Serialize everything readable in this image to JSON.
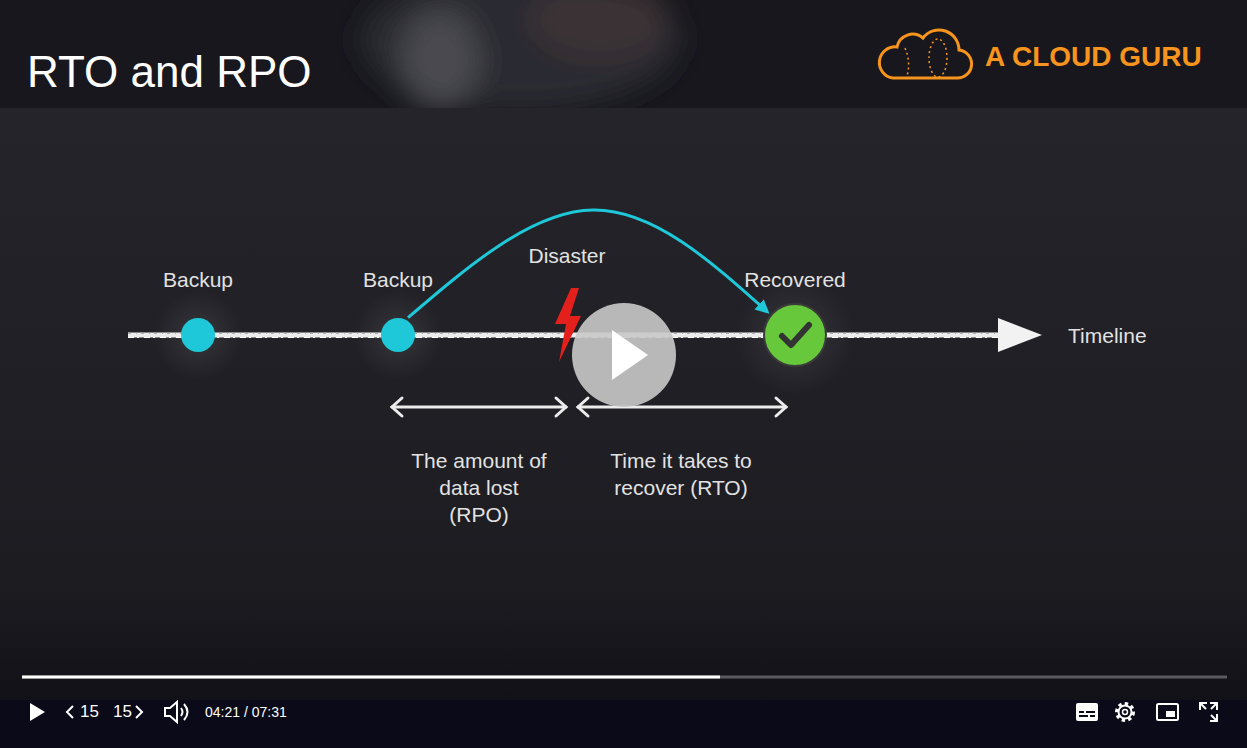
{
  "diagram": {
    "title": "RTO and RPO",
    "nodes": [
      {
        "text": [
          "Backup"
        ]
      },
      {
        "text": [
          "Backup"
        ]
      },
      {
        "text": [
          "Disaster"
        ]
      },
      {
        "text": [
          "Recovered"
        ]
      }
    ],
    "edges": [
      {
        "from": 1,
        "to": 3,
        "arrow": "to"
      }
    ],
    "labels": [
      "A CLOUD GURU",
      "Timeline",
      "The amount of data lost (RPO)",
      "Time it takes to recover (RTO)",
      "15",
      "15",
      "04:21 / 07:31"
    ]
  }
}
